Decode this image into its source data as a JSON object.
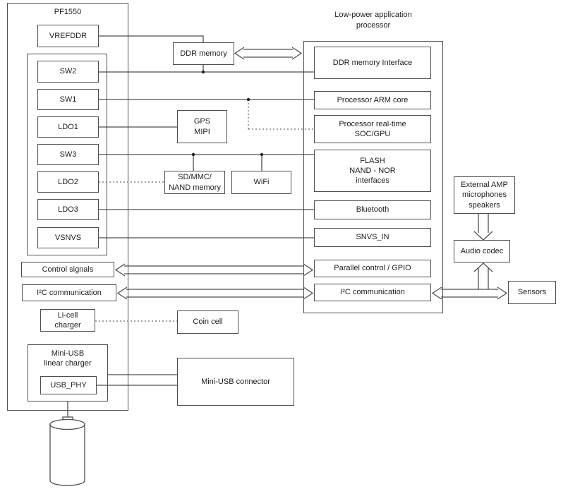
{
  "colors": {
    "background": "#ffffff",
    "line": "#4d4d4d",
    "box_border": "#4d4d4d",
    "text": "#1b1b1b"
  },
  "pmic": {
    "title": "PF1550",
    "vrefddr": "VREFDDR",
    "regulators": [
      "SW2",
      "SW1",
      "LDO1",
      "SW3",
      "LDO2",
      "LDO3",
      "VSNVS"
    ],
    "control_signals": "Control signals",
    "i2c": "I²C communication",
    "licell_charger": "Li-cell\ncharger",
    "miniusb_charger": "Mini-USB\nlinear charger",
    "usb_phy": "USB_PHY"
  },
  "processor": {
    "title": "Low-power application\nprocessor",
    "ddr_interface": "DDR memory Interface",
    "arm_core": "Processor ARM core",
    "realtime": "Processor real-time\nSOC/GPU",
    "flash": "FLASH\nNAND - NOR\ninterfaces",
    "bluetooth": "Bluetooth",
    "snvs_in": "SNVS_IN",
    "parallel_gpio": "Parallel control / GPIO",
    "i2c": "I²C communication"
  },
  "peripherals": {
    "ddr_memory": "DDR memory",
    "gps_mipi": "GPS\nMIPI",
    "sd_mmc": "SD/MMC/\nNAND memory",
    "wifi": "WiFi",
    "coin_cell": "Coin cell",
    "miniusb_connector": "Mini-USB connector",
    "external_amp": "External AMP\nmicrophones\nspeakers",
    "audio_codec": "Audio codec",
    "sensors": "Sensors"
  }
}
